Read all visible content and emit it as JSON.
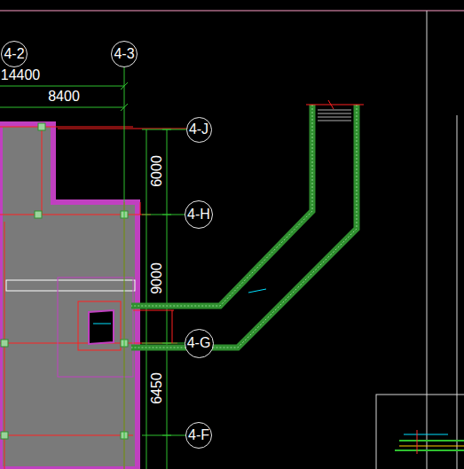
{
  "diagram": {
    "nodes": [
      {
        "text": [
          "4-2"
        ]
      },
      {
        "text": [
          "4-3"
        ]
      },
      {
        "text": [
          "4-J"
        ]
      },
      {
        "text": [
          "4-H"
        ]
      },
      {
        "text": [
          "4-G"
        ]
      },
      {
        "text": [
          "4-F"
        ]
      }
    ],
    "labels": [
      "14400",
      "8400",
      "6000",
      "9000",
      "6450"
    ]
  }
}
